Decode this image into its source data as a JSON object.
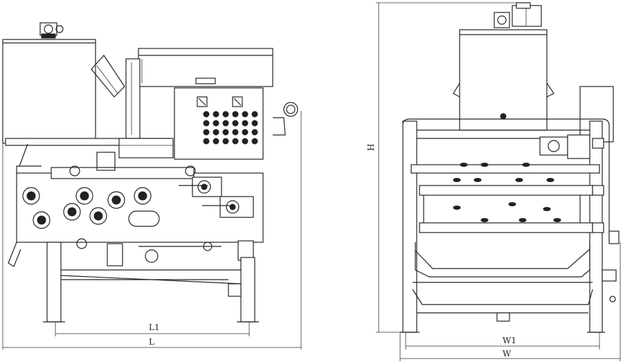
{
  "dimensions": {
    "side_view": {
      "inner_length": "L1",
      "overall_length": "L"
    },
    "end_view": {
      "inner_width": "W1",
      "overall_width": "W",
      "height": "H"
    }
  }
}
